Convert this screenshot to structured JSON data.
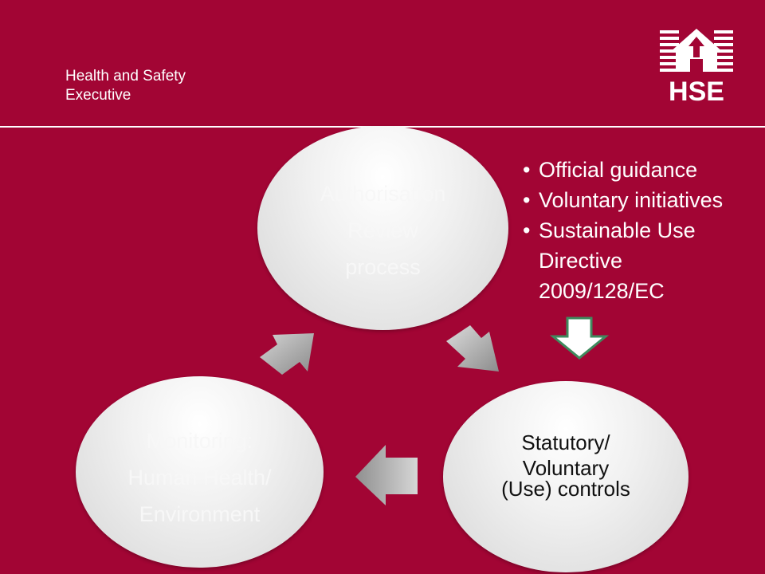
{
  "header": {
    "org_line1": "Health and Safety",
    "org_line2": "Executive",
    "logo_text": "HSE",
    "logo_icon": "hse-house-emblem-icon"
  },
  "diagram": {
    "nodes": [
      {
        "id": "authorisation",
        "lines": [
          "Authorisation",
          "Review",
          "process"
        ]
      },
      {
        "id": "controls",
        "lines": [
          "Statutory/",
          "Voluntary",
          "(Use) controls"
        ]
      },
      {
        "id": "monitoring",
        "lines": [
          "Monitoring:",
          "Human Health/",
          "Environment"
        ]
      }
    ],
    "bullets": [
      {
        "line1": "Official guidance"
      },
      {
        "line1": "Voluntary initiatives"
      },
      {
        "line1": "Sustainable Use",
        "line2": "Directive",
        "line3": "2009/128/EC"
      }
    ],
    "arrow_icons": [
      "cycle-arrow-icon",
      "down-arrow-icon"
    ]
  },
  "colors": {
    "background": "#a20534",
    "text": "#ffffff",
    "circle_fill": "#efefef",
    "down_arrow_fill": "#ffffff",
    "down_arrow_stroke": "#3f8a5e"
  }
}
